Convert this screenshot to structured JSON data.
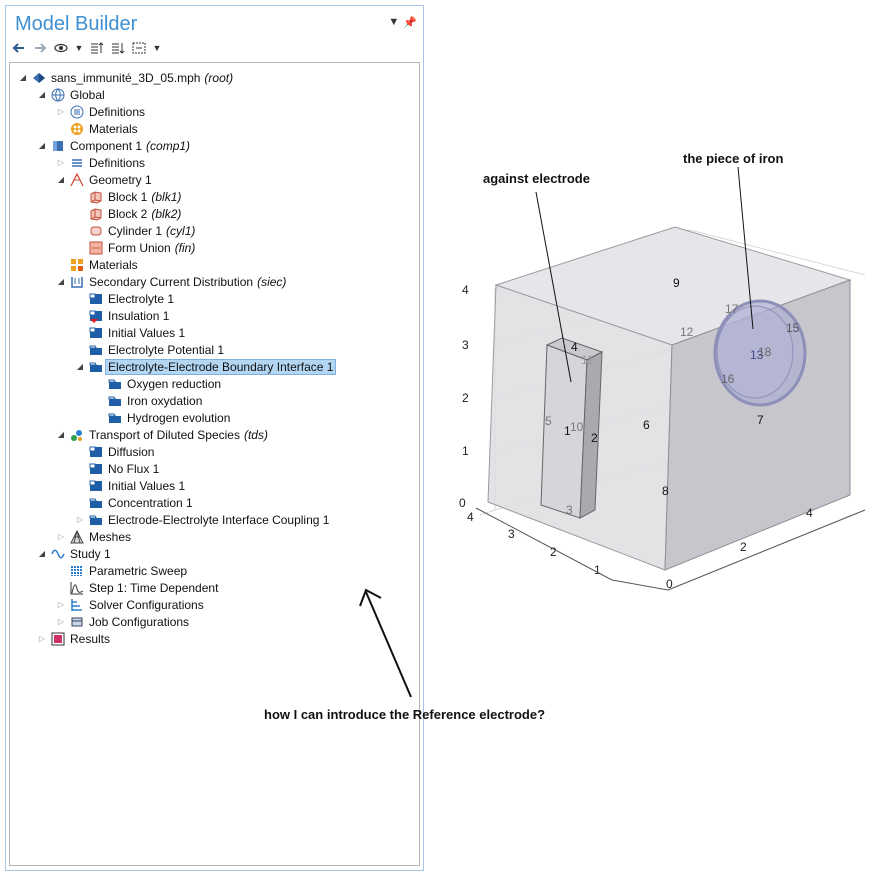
{
  "model_builder": {
    "title": "Model Builder",
    "tree": [
      {
        "id": "root",
        "label": "sans_immunité_3D_05.mph",
        "tag": "(root)",
        "icon": "model-root-icon",
        "level": 0,
        "twisty": "open"
      },
      {
        "id": "global",
        "label": "Global",
        "tag": "",
        "icon": "globe-icon",
        "level": 1,
        "twisty": "open"
      },
      {
        "id": "global-defs",
        "label": "Definitions",
        "tag": "",
        "icon": "definitions-icon",
        "level": 2,
        "twisty": "closed"
      },
      {
        "id": "global-materials",
        "label": "Materials",
        "tag": "",
        "icon": "materials-icon",
        "level": 2,
        "twisty": ""
      },
      {
        "id": "component1",
        "label": "Component 1",
        "tag": "(comp1)",
        "icon": "component-icon",
        "level": 1,
        "twisty": "open"
      },
      {
        "id": "comp-defs",
        "label": "Definitions",
        "tag": "",
        "icon": "list-icon",
        "level": 2,
        "twisty": "closed"
      },
      {
        "id": "geometry1",
        "label": "Geometry 1",
        "tag": "",
        "icon": "geometry-icon",
        "level": 2,
        "twisty": "open"
      },
      {
        "id": "block1",
        "label": "Block 1",
        "tag": "(blk1)",
        "icon": "block-icon",
        "level": 3,
        "twisty": ""
      },
      {
        "id": "block2",
        "label": "Block 2",
        "tag": "(blk2)",
        "icon": "block-icon",
        "level": 3,
        "twisty": ""
      },
      {
        "id": "cylinder1",
        "label": "Cylinder 1",
        "tag": "(cyl1)",
        "icon": "cylinder-icon",
        "level": 3,
        "twisty": ""
      },
      {
        "id": "form-union",
        "label": "Form Union",
        "tag": "(fin)",
        "icon": "form-union-icon",
        "level": 3,
        "twisty": ""
      },
      {
        "id": "comp-materials",
        "label": "Materials",
        "tag": "",
        "icon": "materials-grid-icon",
        "level": 2,
        "twisty": ""
      },
      {
        "id": "siec",
        "label": "Secondary Current Distribution",
        "tag": "(siec)",
        "icon": "current-distribution-icon",
        "level": 2,
        "twisty": "open"
      },
      {
        "id": "electrolyte1",
        "label": "Electrolyte 1",
        "tag": "",
        "icon": "domain-node-icon",
        "level": 3,
        "twisty": ""
      },
      {
        "id": "insulation1",
        "label": "Insulation 1",
        "tag": "",
        "icon": "insulation-node-icon",
        "level": 3,
        "twisty": ""
      },
      {
        "id": "initial-values1",
        "label": "Initial Values 1",
        "tag": "",
        "icon": "domain-node-icon",
        "level": 3,
        "twisty": ""
      },
      {
        "id": "electrolyte-potential1",
        "label": "Electrolyte Potential 1",
        "tag": "",
        "icon": "boundary-node-icon",
        "level": 3,
        "twisty": ""
      },
      {
        "id": "eebi1",
        "label": "Electrolyte-Electrode Boundary Interface 1",
        "tag": "",
        "icon": "boundary-node-icon",
        "level": 3,
        "twisty": "open",
        "selected": true
      },
      {
        "id": "oxygen-reduction",
        "label": "Oxygen reduction",
        "tag": "",
        "icon": "boundary-node-icon",
        "level": 4,
        "twisty": ""
      },
      {
        "id": "iron-oxydation",
        "label": "Iron oxydation",
        "tag": "",
        "icon": "boundary-node-icon",
        "level": 4,
        "twisty": ""
      },
      {
        "id": "hydrogen-evolution",
        "label": "Hydrogen evolution",
        "tag": "",
        "icon": "boundary-node-icon",
        "level": 4,
        "twisty": ""
      },
      {
        "id": "tds",
        "label": "Transport of Diluted Species",
        "tag": "(tds)",
        "icon": "transport-icon",
        "level": 2,
        "twisty": "open"
      },
      {
        "id": "diffusion",
        "label": "Diffusion",
        "tag": "",
        "icon": "domain-node-icon",
        "level": 3,
        "twisty": ""
      },
      {
        "id": "no-flux1",
        "label": "No Flux 1",
        "tag": "",
        "icon": "domain-node-icon",
        "level": 3,
        "twisty": ""
      },
      {
        "id": "tds-initial-values1",
        "label": "Initial Values 1",
        "tag": "",
        "icon": "domain-node-icon",
        "level": 3,
        "twisty": ""
      },
      {
        "id": "concentration1",
        "label": "Concentration 1",
        "tag": "",
        "icon": "boundary-node-icon",
        "level": 3,
        "twisty": ""
      },
      {
        "id": "eeic1",
        "label": "Electrode-Electrolyte Interface Coupling 1",
        "tag": "",
        "icon": "boundary-node-icon",
        "level": 3,
        "twisty": "closed"
      },
      {
        "id": "meshes",
        "label": "Meshes",
        "tag": "",
        "icon": "mesh-icon",
        "level": 2,
        "twisty": "closed"
      },
      {
        "id": "study1",
        "label": "Study 1",
        "tag": "",
        "icon": "study-icon",
        "level": 1,
        "twisty": "open"
      },
      {
        "id": "parametric-sweep",
        "label": "Parametric Sweep",
        "tag": "",
        "icon": "parametric-sweep-icon",
        "level": 2,
        "twisty": ""
      },
      {
        "id": "step1",
        "label": "Step 1: Time Dependent",
        "tag": "",
        "icon": "time-dependent-icon",
        "level": 2,
        "twisty": ""
      },
      {
        "id": "solver-configs",
        "label": "Solver Configurations",
        "tag": "",
        "icon": "solver-icon",
        "level": 2,
        "twisty": "closed"
      },
      {
        "id": "job-configs",
        "label": "Job Configurations",
        "tag": "",
        "icon": "job-icon",
        "level": 2,
        "twisty": "closed"
      },
      {
        "id": "results",
        "label": "Results",
        "tag": "",
        "icon": "results-icon",
        "level": 1,
        "twisty": "closed"
      }
    ]
  },
  "view3d": {
    "axis_ticks_z": [
      "4",
      "3",
      "2",
      "1",
      "0"
    ],
    "axis_ticks_left": [
      "4",
      "3",
      "2",
      "1"
    ],
    "axis_ticks_right": [
      "0",
      "2",
      "4"
    ],
    "labels": {
      "n1": "1",
      "n2": "2",
      "n3": "3",
      "n4": "4",
      "n5": "5",
      "n6": "6",
      "n7": "7",
      "n8": "8",
      "n9": "9",
      "n10": "10",
      "n11": "11",
      "n12": "12",
      "n13": "13",
      "n15": "15",
      "n16": "16",
      "n17": "17",
      "n18": "18"
    }
  },
  "annotations": {
    "against_electrode": "against electrode",
    "piece_of_iron": "the piece of iron",
    "question": "how I can introduce the Reference electrode?"
  },
  "colors": {
    "title_blue": "#3d8fd1",
    "selection": "#b3d7f3",
    "face_grey": "#cfcfd4",
    "iron_disk": "#9a9ec8"
  }
}
